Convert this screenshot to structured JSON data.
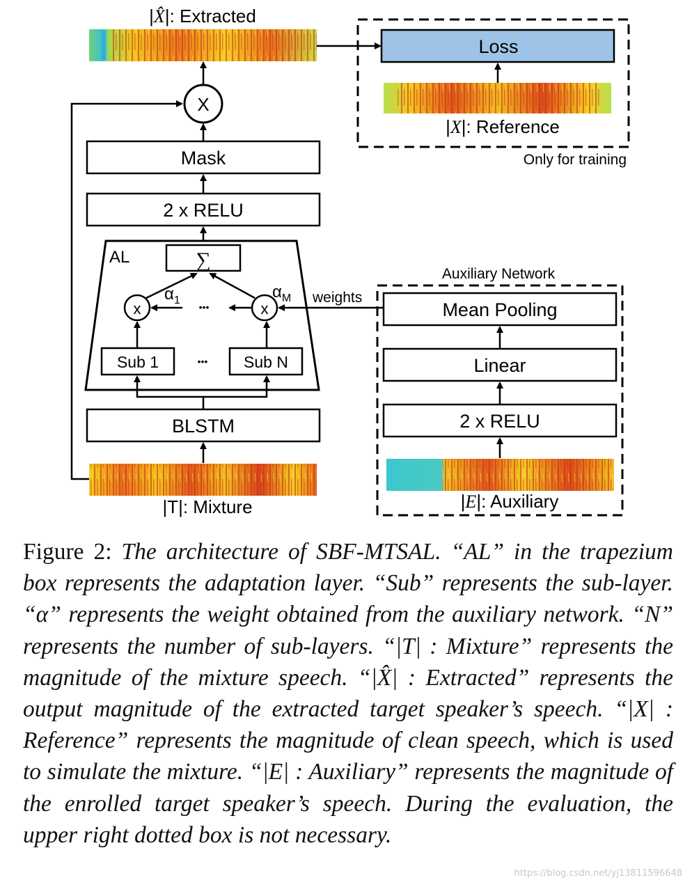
{
  "diagram": {
    "extracted_label_prefix": "|",
    "extracted_symbol": "X̂",
    "extracted_label_suffix": "|: Extracted",
    "multiply_symbol": "X",
    "mask_label": "Mask",
    "relu_top_label": "2 x RELU",
    "al_label": "AL",
    "sum_symbol": "∑",
    "alpha_1_label": "α",
    "alpha_1_sub": "1",
    "alpha_m_label": "α",
    "alpha_m_sub": "M",
    "small_x": "x",
    "ellipsis": "•••",
    "sub1_label": "Sub 1",
    "subn_label": "Sub N",
    "blstm_label": "BLSTM",
    "mixture_label": "|T|: Mixture",
    "loss_label": "Loss",
    "reference_label_prefix": "|",
    "reference_symbol": "X",
    "reference_label_suffix": "|: Reference",
    "only_training_label": "Only for training",
    "aux_network_label": "Auxiliary Network",
    "weights_label": "weights",
    "mean_pooling_label": "Mean Pooling",
    "linear_label": "Linear",
    "relu_aux_label": "2 x RELU",
    "auxiliary_label_prefix": "|",
    "auxiliary_symbol": "E",
    "auxiliary_label_suffix": "|: Auxiliary",
    "colors": {
      "loss_fill": "#9dc3e6",
      "spectrogram_warm": "#f0c020",
      "spectrogram_red": "#d83a1a",
      "spectrogram_cool": "#3cc8c8"
    }
  },
  "caption": {
    "figure_label": "Figure 2:",
    "text_1": " The architecture of SBF-MTSAL. “AL” in the trapezium box represents the adaptation layer.  “Sub” represents the sub-layer.  “α” represents the weight obtained from the auxiliary network.  “N” represents the number of sub-layers. “|T| : Mixture” represents the magnitude of the mixture speech. “|X̂| : Extracted” represents the output magnitude of the extracted target speaker’s speech.  “|X| : Reference” represents the magnitude of clean speech, which is used to simulate the mixture.  “|E| : Auxiliary” represents the magnitude of the enrolled target speaker’s speech. During the evaluation, the upper right dotted box is not necessary."
  },
  "watermark": "https://blog.csdn.net/yj13811596648"
}
